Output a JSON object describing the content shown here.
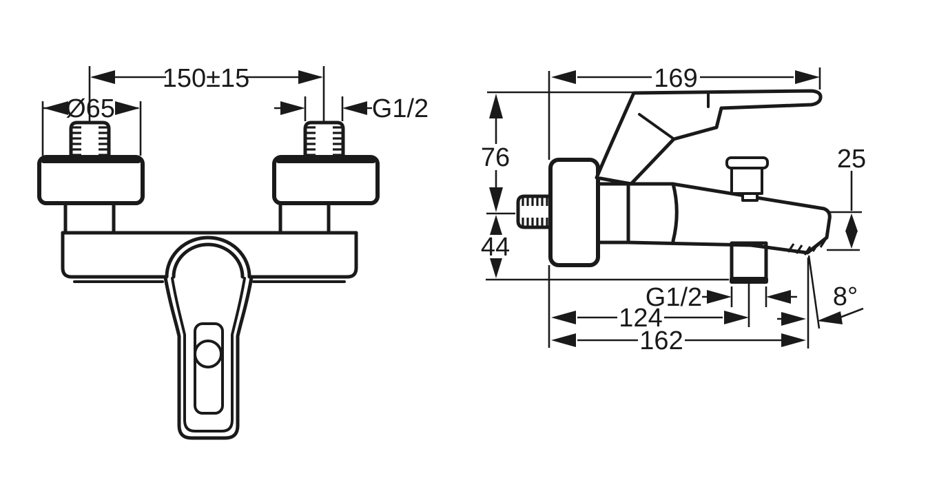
{
  "drawing": {
    "title": "Wall-mounted single-lever bath/shower mixer — dimensioned technical drawing",
    "background_color": "#ffffff",
    "line_color": "#1a1a1a",
    "views": {
      "front": {
        "dims": {
          "mount_spacing": "150±15",
          "flange_diameter": "Ø65",
          "inlet_thread": "G1/2"
        }
      },
      "side": {
        "dims": {
          "total_depth": "169",
          "height_above_inlet_axis": "76",
          "height_below_inlet_axis": "44",
          "spout_end_height": "25",
          "outlet_thread": "G1/2",
          "outlet_center_depth": "124",
          "spout_tip_depth": "162",
          "spout_angle": "8°"
        }
      }
    }
  }
}
